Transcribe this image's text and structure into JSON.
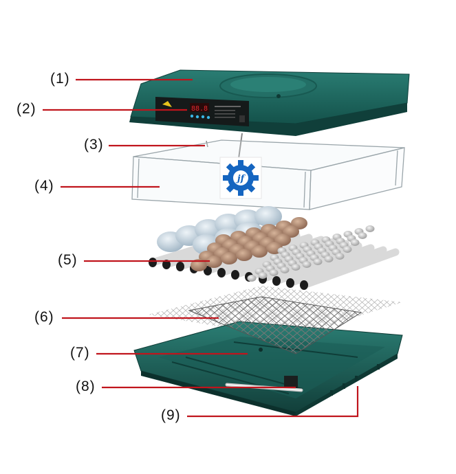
{
  "labels": [
    "(1)",
    "(2)",
    "(3)",
    "(4)",
    "(5)",
    "(6)",
    "(7)",
    "(8)",
    "(9)"
  ],
  "colors": {
    "leader_line": "#c0141c",
    "housing": "#1f6b63",
    "housing_dark": "#134a44",
    "display_red": "#e0282e",
    "logo_blue": "#1565c0"
  },
  "logo": {
    "glyph": "jf"
  }
}
